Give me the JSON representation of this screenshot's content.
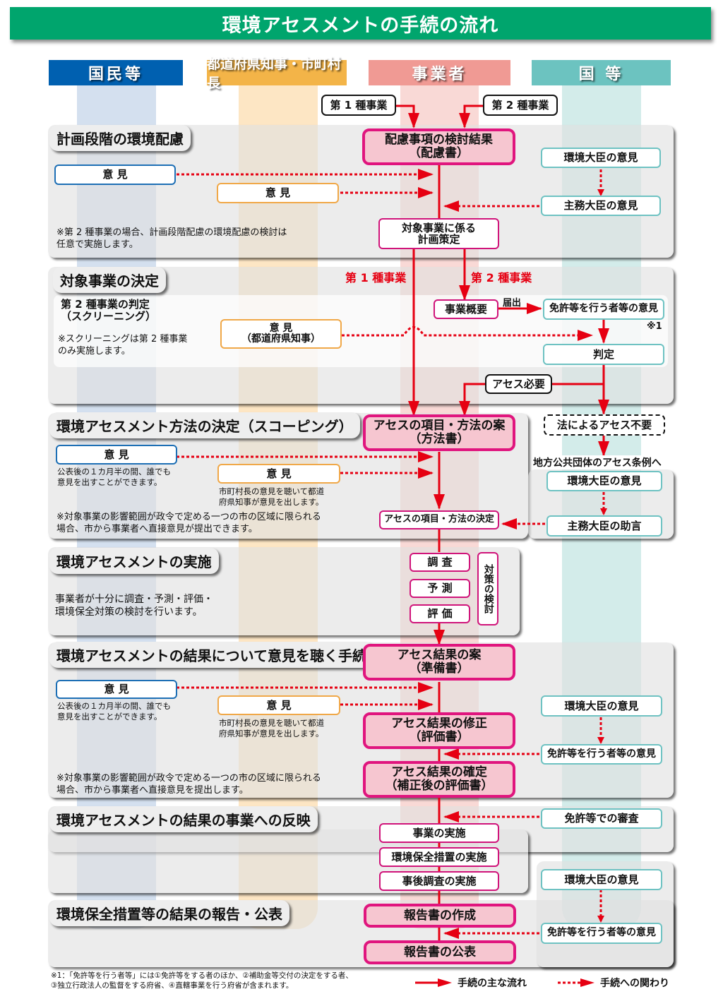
{
  "title": "環境アセスメントの手続の流れ",
  "columns": [
    {
      "label": "国民等",
      "color": "#0060b0",
      "stripe": "#d4e0ef"
    },
    {
      "label": "都道府県知事・市町村長",
      "color": "#f3b448",
      "stripe": "#fde6c4"
    },
    {
      "label": "事業者",
      "color": "#f09a94",
      "stripe": "#f9d9d6"
    },
    {
      "label": "国 等",
      "color": "#6cc3c0",
      "stripe": "#d3ecea"
    }
  ],
  "entry": {
    "type1": "第 1 種事業",
    "type2": "第 2 種事業"
  },
  "sections": {
    "s1": {
      "title": "計画段階の環境配慮",
      "public_opinion": "意 見",
      "pref_opinion": "意 見",
      "note": "※第 2 種事業の場合、計画段階配慮の環境配慮の検討は\n任意で実施します。",
      "main_doc": "配慮事項の検討結果\n（配慮書）",
      "env_minister": "環境大臣の意見",
      "competent_minister": "主務大臣の意見",
      "plan": "対象事業に係る\n計画策定"
    },
    "s2": {
      "title": "対象事業の決定",
      "branch1": "第 1 種事業",
      "branch2": "第 2 種事業",
      "screening_title": "第 2 種事業の判定\n（スクリーニング）",
      "screening_note": "※スクリーニングは第 2 種事業\nのみ実施します。",
      "pref_opinion": "意 見\n（都道府県知事）",
      "outline": "事業概要",
      "notify": "届出",
      "licensor_opinion": "免許等を行う者等の意見",
      "note_mark": "※1",
      "judgement": "判定",
      "assess_required": "アセス必要"
    },
    "s3": {
      "title": "環境アセスメント方法の決定（スコーピング）",
      "main_doc": "アセスの項目・方法の案\n（方法書）",
      "not_required": "法によるアセス不要",
      "local_ordinance": "地方公共団体のアセス条例へ",
      "public_opinion": "意 見",
      "public_note": "公表後の１カ月半の間、誰でも\n意見を出すことができます。",
      "pref_opinion": "意 見",
      "pref_note": "市町村長の意見を聴いて都道\n府県知事が意見を出します。",
      "city_note": "※対象事業の影響範囲が政令で定める一つの市の区域に限られる\n場合、市から事業者へ直接意見が提出できます。",
      "env_minister": "環境大臣の意見",
      "decision": "アセスの項目・方法の決定",
      "competent_advice": "主務大臣の助言"
    },
    "s4": {
      "title": "環境アセスメントの実施",
      "note": "事業者が十分に調査・予測・評価・\n環境保全対策の検討を行います。",
      "survey": "調 査",
      "predict": "予 測",
      "evaluate": "評 価",
      "measures": "対策の検討"
    },
    "s5": {
      "title": "環境アセスメントの結果について意見を聴く手続",
      "draft": "アセス結果の案\n（準備書）",
      "public_opinion": "意 見",
      "public_note": "公表後の１カ月半の間、誰でも\n意見を出すことができます。",
      "pref_opinion": "意 見",
      "pref_note": "市町村長の意見を聴いて都道\n府県知事が意見を出します。",
      "city_note": "※対象事業の影響範囲が政令で定める一つの市の区域に限られる\n場合、市から事業者へ直接意見を提出します。",
      "env_minister": "環境大臣の意見",
      "revision": "アセス結果の修正\n（評価書）",
      "licensor_opinion": "免許等を行う者等の意見",
      "final": "アセス結果の確定\n（補正後の評価書）"
    },
    "s6": {
      "title": "環境アセスメントの結果の事業への反映",
      "license_review": "免許等での審査",
      "implementation": "事業の実施",
      "conservation": "環境保全措置の実施",
      "post_survey": "事後調査の実施"
    },
    "s7": {
      "title": "環境保全措置等の結果の報告・公表",
      "env_minister": "環境大臣の意見",
      "report_create": "報告書の作成",
      "licensor_opinion": "免許等を行う者等の意見",
      "report_publish": "報告書の公表"
    }
  },
  "footnote": "※1：「免許等を行う者等」には①免許等をする者のほか、②補助金等交付の決定をする者、\n③独立行政法人の監督をする府省、④直轄事業を行う府省が含まれます。",
  "legend": {
    "main_flow": "手続の主な流れ",
    "involvement": "手続への関わり"
  },
  "colors": {
    "arrow": "#e60012",
    "title_green": "#00a56d"
  }
}
